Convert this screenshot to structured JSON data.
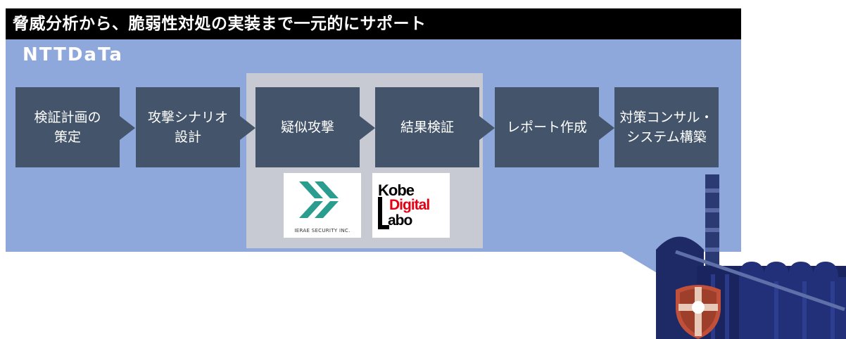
{
  "title": "脅威分析から、脆弱性対処の実装まで一元的にサポート",
  "logo": "NTTDaTa",
  "steps": [
    {
      "label": "検証計画の\n策定"
    },
    {
      "label": "攻撃シナリオ\n設計"
    },
    {
      "label": "疑似攻撃"
    },
    {
      "label": "結果検証"
    },
    {
      "label": "レポート作成"
    },
    {
      "label": "対策コンサル・\nシステム構築"
    }
  ],
  "partners": {
    "ierae": {
      "name": "IERAE SECURITY INC."
    },
    "kobe": {
      "line1": "Kobe",
      "line2": "Digital",
      "line3": "abo"
    }
  },
  "colors": {
    "panel": "#8ea8db",
    "step": "#44546a",
    "highlight": "#c7cad2",
    "ierae": "#2a9d8f",
    "kobe_red": "#e60012"
  }
}
